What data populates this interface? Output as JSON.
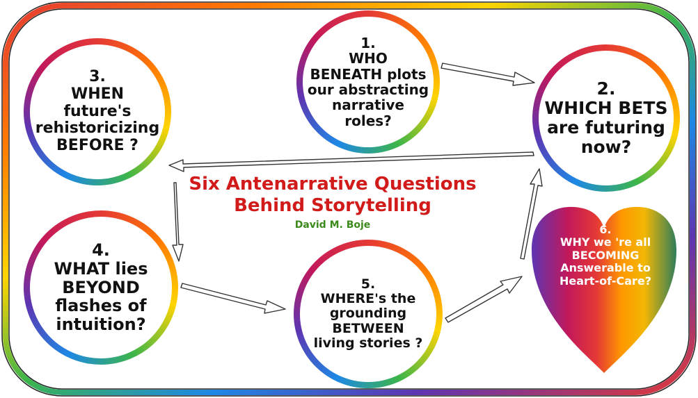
{
  "title": [
    "Six Antenarrative Questions",
    "Behind Storytelling"
  ],
  "author": "David M. Boje",
  "nodes": {
    "q1": {
      "number": "1.",
      "lines": [
        "WHO",
        "BENEATH plots",
        "our abstracting",
        "narrative",
        "roles?"
      ]
    },
    "q2": {
      "number": "2.",
      "lines": [
        "WHICH BETS",
        "are futuring",
        "now?"
      ]
    },
    "q3": {
      "number": "3.",
      "lines": [
        "WHEN",
        "future's",
        "rehistoricizing",
        "BEFORE ?"
      ]
    },
    "q4": {
      "number": "4.",
      "lines": [
        "WHAT lies",
        "BEYOND",
        "flashes of",
        "intuition?"
      ]
    },
    "q5": {
      "number": "5.",
      "lines": [
        "WHERE's the",
        "grounding",
        "BETWEEN",
        "living stories ?"
      ]
    },
    "q6": {
      "number": "6.",
      "lines": [
        "WHY we 're all",
        "BECOMING",
        "Answerable to",
        "Heart-of-Care?"
      ]
    }
  },
  "colors": {
    "title": "#d11a1a",
    "author": "#3c8a1c",
    "ring": [
      "#e53935",
      "#ff7a00",
      "#ffd400",
      "#3cb54a",
      "#1e88e5",
      "#5e35b1",
      "#c2185b"
    ],
    "heart": [
      "#5e35b1",
      "#c2185b",
      "#e53935",
      "#ff9800",
      "#f2b705",
      "#2e7d5b"
    ]
  }
}
